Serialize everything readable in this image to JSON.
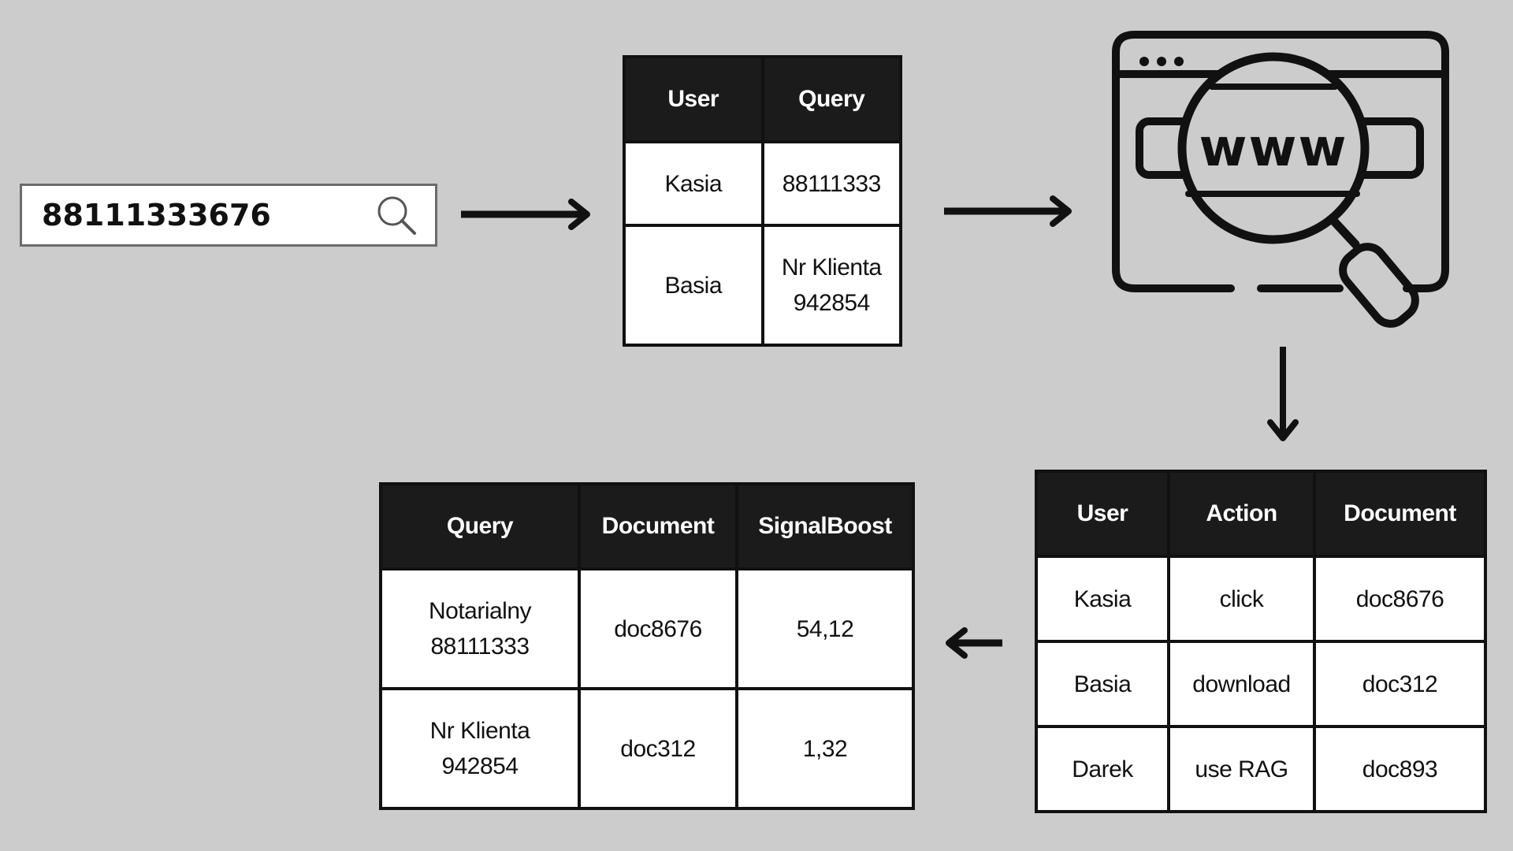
{
  "search": {
    "value": "88111333676",
    "icon": "search-icon"
  },
  "query_table": {
    "headers": [
      "User",
      "Query"
    ],
    "rows": [
      [
        [
          "Kasia"
        ],
        [
          "88111333"
        ]
      ],
      [
        [
          "Basia"
        ],
        [
          "Nr Klienta",
          "942854"
        ]
      ]
    ]
  },
  "web_search_icon": {
    "icon": "browser-www-magnifier-icon",
    "label": "www"
  },
  "events_table": {
    "headers": [
      "User",
      "Action",
      "Document"
    ],
    "rows": [
      [
        [
          "Kasia"
        ],
        [
          "click"
        ],
        [
          "doc8676"
        ]
      ],
      [
        [
          "Basia"
        ],
        [
          "download"
        ],
        [
          "doc312"
        ]
      ],
      [
        [
          "Darek"
        ],
        [
          "use RAG"
        ],
        [
          "doc893"
        ]
      ]
    ]
  },
  "boost_table": {
    "headers": [
      "Query",
      "Document",
      "SignalBoost"
    ],
    "rows": [
      [
        [
          "Notarialny",
          "88111333"
        ],
        [
          "doc8676"
        ],
        [
          "54,12"
        ]
      ],
      [
        [
          "Nr Klienta",
          "942854"
        ],
        [
          "doc312"
        ],
        [
          "1,32"
        ]
      ]
    ]
  },
  "colors": {
    "background": "#cccccc",
    "header_fill": "#1b1b1b",
    "line": "#111111"
  }
}
